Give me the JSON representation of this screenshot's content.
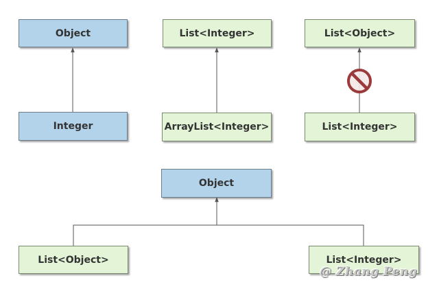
{
  "diagram": {
    "top_left": {
      "parent": "Object",
      "child": "Integer"
    },
    "top_middle": {
      "parent": "List<Integer>",
      "child": "ArrayList<Integer>"
    },
    "top_right": {
      "parent": "List<Object>",
      "child": "List<Integer>"
    },
    "bottom": {
      "parent": "Object",
      "left_child": "List<Object>",
      "right_child": "List<Integer>"
    }
  },
  "colors": {
    "blue_box": "#b3d3ea",
    "green_box": "#e3f5d6",
    "prohibition_sign": "#9b3a3a"
  },
  "icons": {
    "prohibited": "no-entry-icon"
  },
  "watermark": "@ Zhang Peng"
}
